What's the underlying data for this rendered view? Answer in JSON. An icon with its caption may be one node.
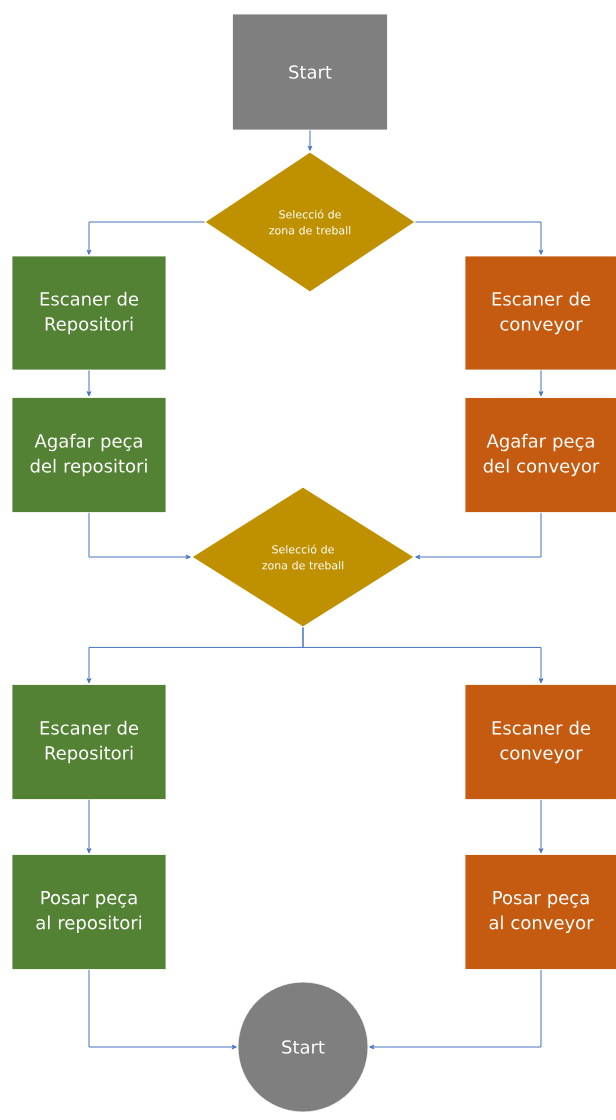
{
  "diagram": {
    "nodes": [
      {
        "text": [
          "Start"
        ]
      },
      {
        "text": [
          "Selecció de zona de treball"
        ]
      },
      {
        "text": [
          "Escaner de Repositori"
        ]
      },
      {
        "text": [
          "Escaner de conveyor"
        ]
      },
      {
        "text": [
          "Agafar peça del repositori"
        ]
      },
      {
        "text": [
          "Agafar peça del conveyor"
        ]
      },
      {
        "text": [
          "Selecció de zona de treball"
        ]
      },
      {
        "text": [
          "Escaner de Repositori"
        ]
      },
      {
        "text": [
          "Escaner de conveyor"
        ]
      },
      {
        "text": [
          "Posar peça al repositori"
        ]
      },
      {
        "text": [
          "Posar peça al conveyor"
        ]
      },
      {
        "text": [
          "Start"
        ]
      }
    ],
    "edges": [
      {
        "from": 0,
        "to": 1,
        "arrow": "to"
      },
      {
        "from": 1,
        "to": 2,
        "arrow": "to"
      },
      {
        "from": 1,
        "to": 3,
        "arrow": "to"
      },
      {
        "from": 2,
        "to": 4,
        "arrow": "to"
      },
      {
        "from": 3,
        "to": 5,
        "arrow": "to"
      },
      {
        "from": 4,
        "to": 6,
        "arrow": "to"
      },
      {
        "from": 5,
        "to": 6,
        "arrow": "to"
      },
      {
        "from": 6,
        "to": 7,
        "arrow": "to"
      },
      {
        "from": 6,
        "to": 8,
        "arrow": "to"
      },
      {
        "from": 7,
        "to": 9,
        "arrow": "to"
      },
      {
        "from": 8,
        "to": 10,
        "arrow": "to"
      },
      {
        "from": 9,
        "to": 11,
        "arrow": "to"
      },
      {
        "from": 10,
        "to": 11,
        "arrow": "to"
      }
    ]
  }
}
